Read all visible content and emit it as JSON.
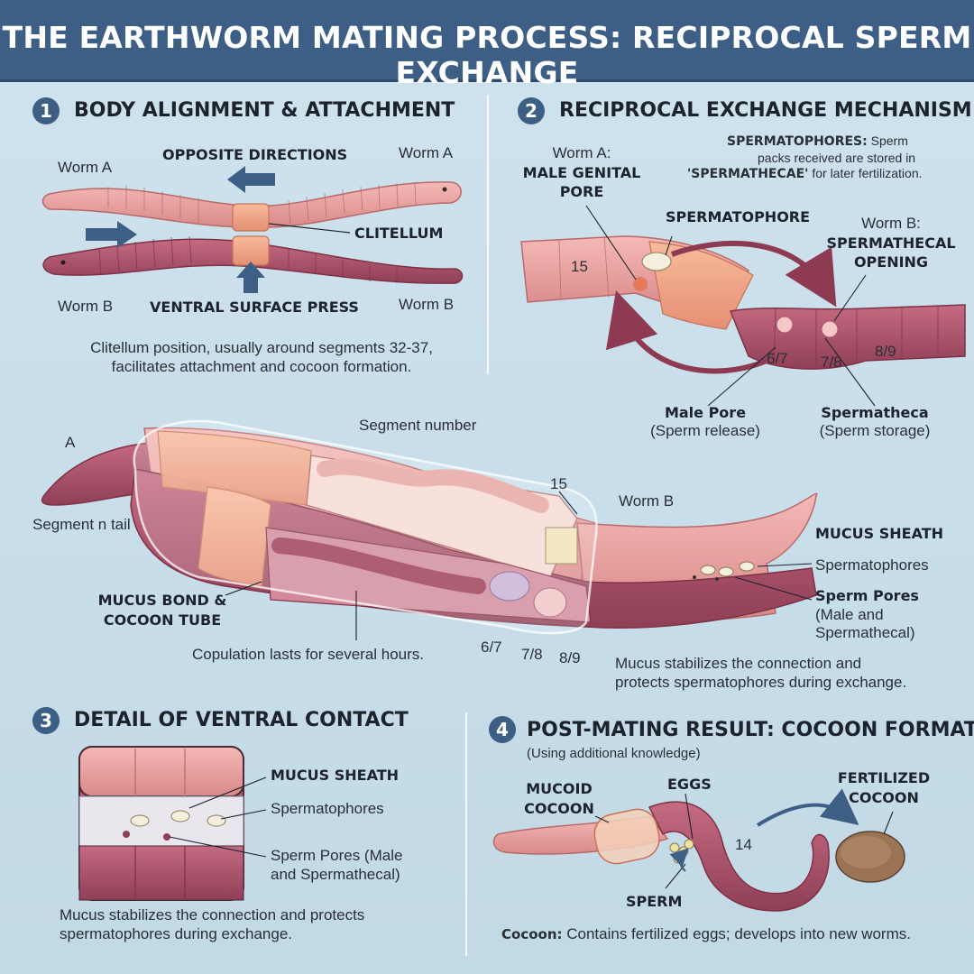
{
  "title": "THE EARTHWORM MATING PROCESS: RECIPROCAL SPERM EXCHANGE",
  "section1": {
    "number": "1",
    "title": "BODY ALIGNMENT & ATTACHMENT",
    "worm_a_left": "Worm A",
    "worm_a_right": "Worm A",
    "worm_b_left": "Worm B",
    "worm_b_right": "Worm B",
    "opposite_directions": "OPPOSITE DIRECTIONS",
    "clitellum": "CLITELLUM",
    "ventral_surface_press": "VENTRAL SURFACE PRESS",
    "caption_line1": "Clitellum position, usually around segments 32-37,",
    "caption_line2": "facilitates attachment and cocoon formation."
  },
  "section2": {
    "number": "2",
    "title": "RECIPROCAL EXCHANGE MECHANISM",
    "worm_a": "Worm A:",
    "male_genital_pore_1": "MALE GENITAL",
    "male_genital_pore_2": "PORE",
    "spermatophores_bold": "SPERMATOPHORES:",
    "spermatophores_text1": " Sperm",
    "spermatophores_text2": "packs received are stored in",
    "spermatophores_text3a": "'SPERMATHECAE'",
    "spermatophores_text3b": " for later fertilization.",
    "spermatophore": "SPERMATOPHORE",
    "worm_b": "Worm B:",
    "spermathecal_opening_1": "SPERMATHECAL",
    "spermathecal_opening_2": "OPENING",
    "seg15": "15",
    "seg67": "6/7",
    "seg78": "7/8",
    "seg89": "8/9",
    "male_pore": "Male Pore",
    "male_pore_sub": "(Sperm release)",
    "spermatheca": "Spermatheca",
    "spermatheca_sub": "(Sperm storage)"
  },
  "middle": {
    "label_a": "A",
    "segment_number": "Segment number",
    "seg15": "15",
    "worm_b": "Worm B",
    "segment_n_tail": "Segment n tail",
    "mucus_sheath": "MUCUS SHEATH",
    "spermatophores": "Spermatophores",
    "sperm_pores": "Sperm Pores",
    "sperm_pores_sub1": "(Male and",
    "sperm_pores_sub2": "Spermathecal)",
    "mucus_bond_1": "MUCUS BOND &",
    "mucus_bond_2": "COCOON TUBE",
    "copulation": "Copulation lasts for several hours.",
    "seg67": "6/7",
    "seg78": "7/8",
    "seg89": "8/9",
    "caption_line1": "Mucus stabilizes the connection and",
    "caption_line2": "protects spermatophores during exchange."
  },
  "section3": {
    "number": "3",
    "title": "DETAIL OF VENTRAL CONTACT",
    "mucus_sheath": "MUCUS SHEATH",
    "spermatophores": "Spermatophores",
    "sperm_pores_1": "Sperm Pores (Male",
    "sperm_pores_2": "and Spermathecal)",
    "caption_line1": "Mucus stabilizes the connection and protects",
    "caption_line2": "spermatophores during exchange."
  },
  "section4": {
    "number": "4",
    "title": "POST-MATING RESULT: COCOON FORMATION",
    "subtitle": "(Using additional knowledge)",
    "mucoid_cocoon_1": "MUCOID",
    "mucoid_cocoon_2": "COCOON",
    "eggs": "EGGS",
    "seg14": "14",
    "fertilized_cocoon_1": "FERTILIZED",
    "fertilized_cocoon_2": "COCOON",
    "sperm": "SPERM",
    "cocoon_bold": "Cocoon:",
    "cocoon_text": " Contains fertilized eggs; develops into new worms."
  },
  "colors": {
    "header": "#3d5f85",
    "background": "#c7dde9",
    "worm_a": "#e9a0a0",
    "worm_b": "#b2566e",
    "clitellum": "#f1a889",
    "arrow": "#3d5f85"
  }
}
